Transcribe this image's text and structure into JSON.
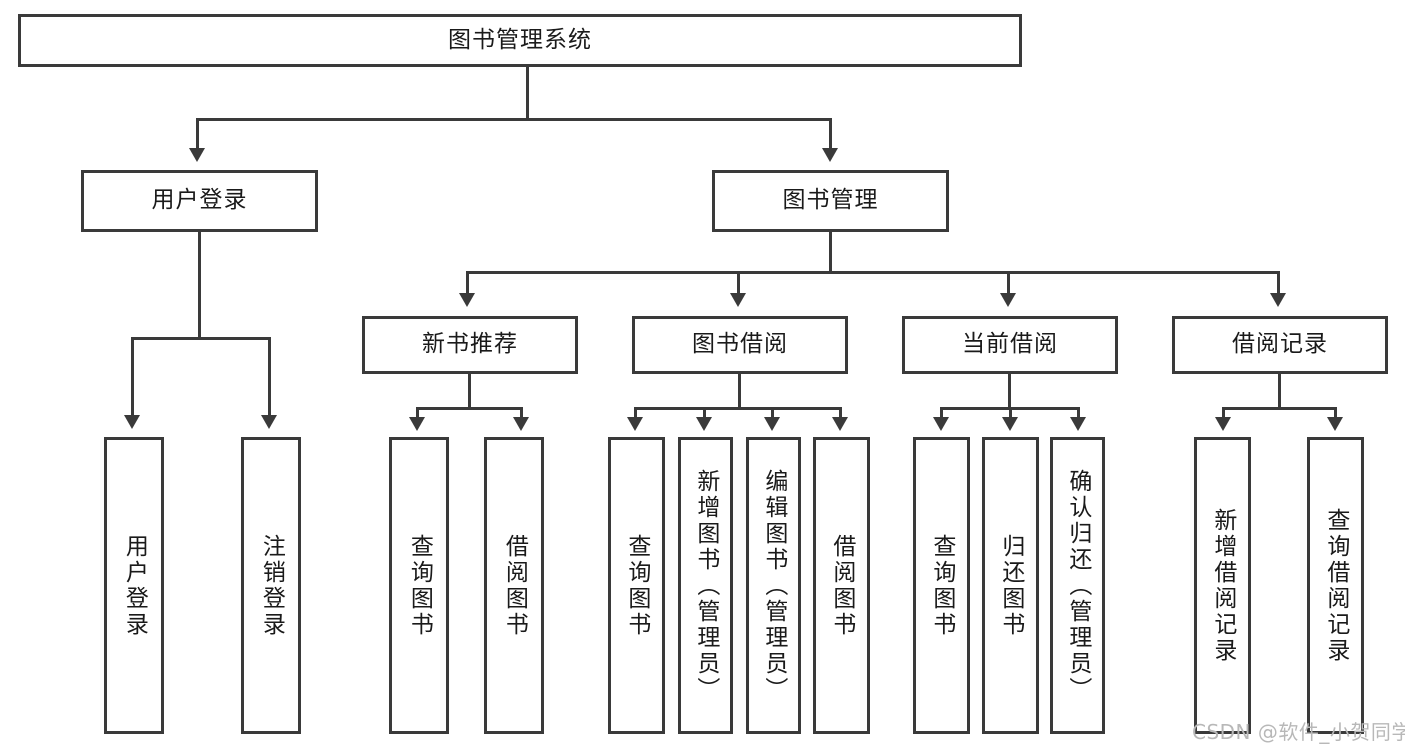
{
  "diagram": {
    "title": "图书管理系统",
    "type": "tree-hierarchy-chart",
    "root": {
      "label": "图书管理系统"
    },
    "level2": [
      {
        "label": "用户登录"
      },
      {
        "label": "图书管理"
      }
    ],
    "level3": [
      {
        "label": "新书推荐"
      },
      {
        "label": "图书借阅"
      },
      {
        "label": "当前借阅"
      },
      {
        "label": "借阅记录"
      }
    ],
    "leaves": {
      "user_login": [
        {
          "label": "用户登录"
        },
        {
          "label": "注销登录"
        }
      ],
      "new_book_recommend": [
        {
          "label": "查询图书"
        },
        {
          "label": "借阅图书"
        }
      ],
      "book_borrow": [
        {
          "label": "查询图书"
        },
        {
          "label": "新增图书（管理员）"
        },
        {
          "label": "编辑图书（管理员）"
        },
        {
          "label": "借阅图书"
        }
      ],
      "current_borrow": [
        {
          "label": "查询图书"
        },
        {
          "label": "归还图书"
        },
        {
          "label": "确认归还（管理员）"
        }
      ],
      "borrow_record": [
        {
          "label": "新增借阅记录"
        },
        {
          "label": "查询借阅记录"
        }
      ]
    }
  },
  "watermark": {
    "text": "CSDN @软件_小贺同学"
  },
  "colors": {
    "stroke": "#3a3a3a",
    "background": "#ffffff",
    "text": "#1a1a1a",
    "watermark": "#b8b8b8"
  }
}
